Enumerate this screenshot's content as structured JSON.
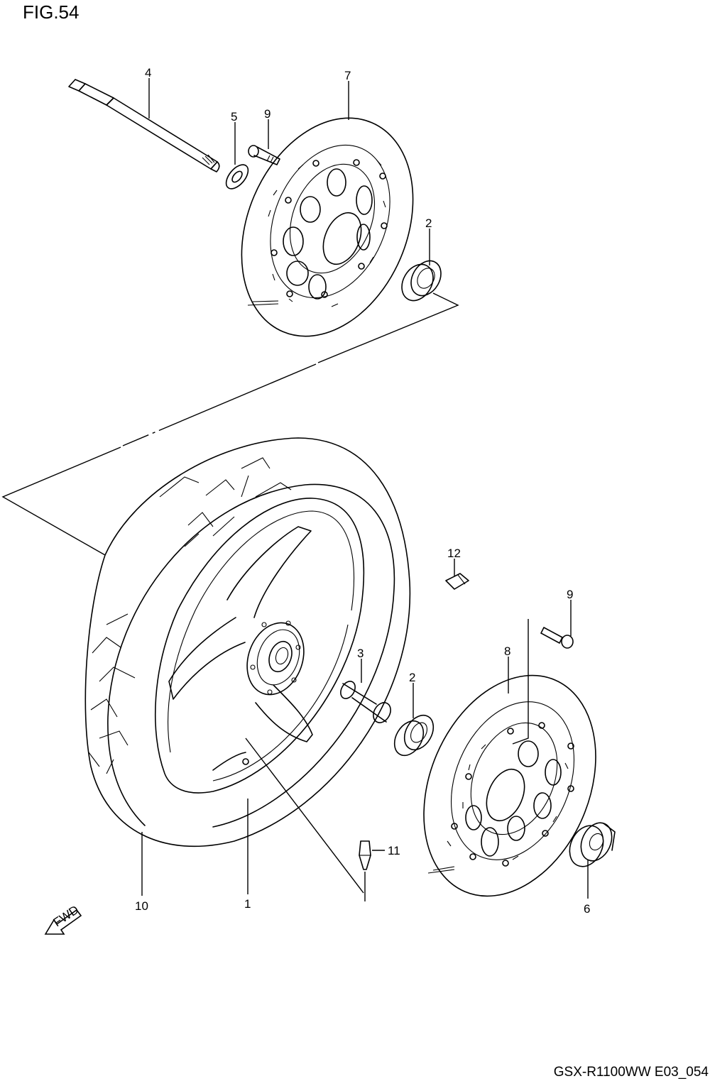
{
  "figure": {
    "title": "FIG.54",
    "model_code": "GSX-R1100WW  E03_054"
  },
  "fwd_label": "FWD",
  "parts": [
    {
      "id": "p1",
      "label": "1"
    },
    {
      "id": "p2a",
      "label": "2"
    },
    {
      "id": "p2b",
      "label": "2"
    },
    {
      "id": "p3",
      "label": "3"
    },
    {
      "id": "p4",
      "label": "4"
    },
    {
      "id": "p5",
      "label": "5"
    },
    {
      "id": "p6",
      "label": "6"
    },
    {
      "id": "p7",
      "label": "7"
    },
    {
      "id": "p8",
      "label": "8"
    },
    {
      "id": "p9a",
      "label": "9"
    },
    {
      "id": "p9b",
      "label": "9"
    },
    {
      "id": "p10",
      "label": "10"
    },
    {
      "id": "p11",
      "label": "11"
    },
    {
      "id": "p12",
      "label": "12"
    }
  ]
}
